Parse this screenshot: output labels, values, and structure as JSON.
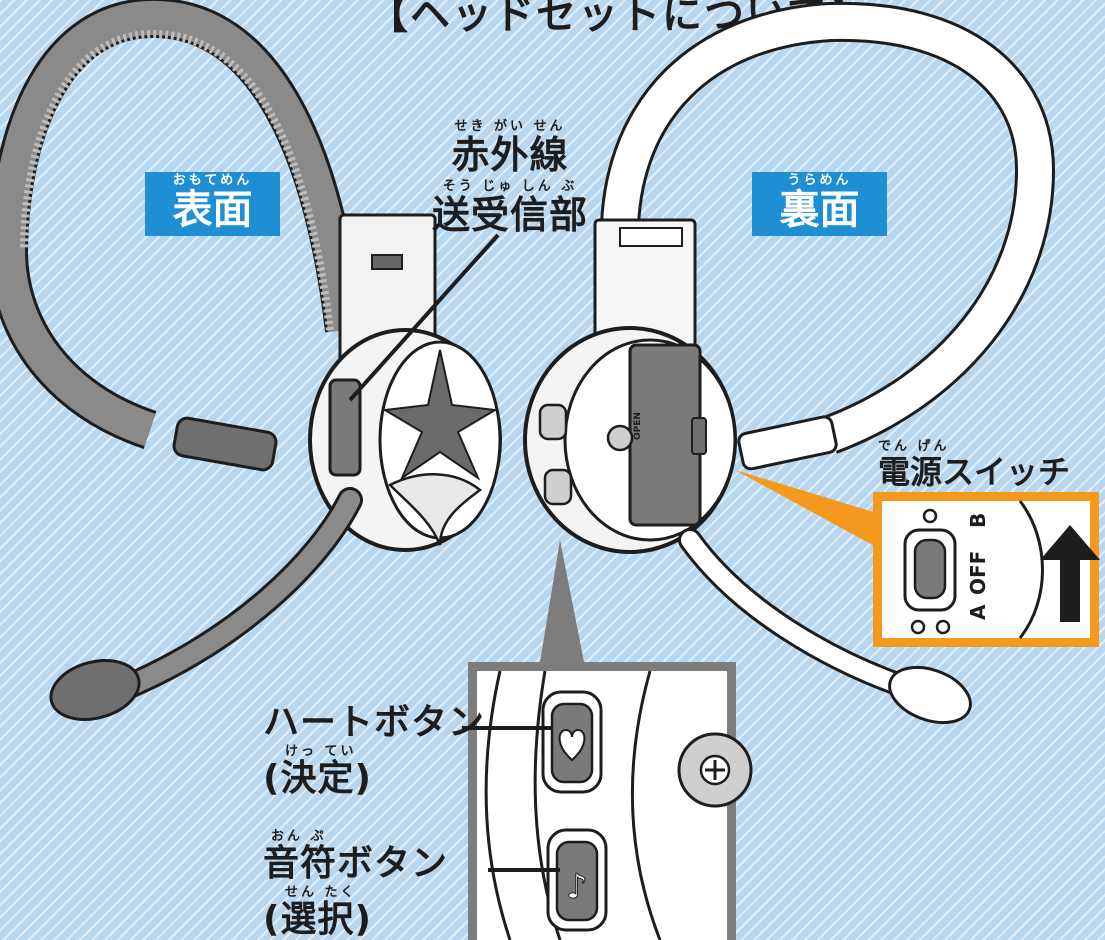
{
  "title": "【ヘッドセットについて】",
  "labels": {
    "front": {
      "main": "表面",
      "ruby": "おもてめん"
    },
    "back": {
      "main": "裏面",
      "ruby": "うらめん"
    },
    "infrared": {
      "line1": "赤外線",
      "line1_ruby": "せき がい せん",
      "line2": "送受信部",
      "line2_ruby": "そう じゅ しん ぶ"
    },
    "power_switch": {
      "main": "電源スイッチ",
      "ruby": "でん げん"
    },
    "heart_button": {
      "main": "ハートボタン",
      "sub": "(決定)",
      "sub_ruby": "けっ てい"
    },
    "note_button": {
      "main": "音符ボタン",
      "main_ruby": "おん ぷ",
      "sub": "(選択)",
      "sub_ruby": "せん たく"
    }
  },
  "device_markings": {
    "open": "OPEN",
    "switch_a": "A",
    "switch_off": "OFF",
    "switch_b": "B"
  },
  "colors": {
    "label_box": "#1e8fd2",
    "callout_accent": "#f39a1e",
    "background": "#b8d7ef"
  }
}
